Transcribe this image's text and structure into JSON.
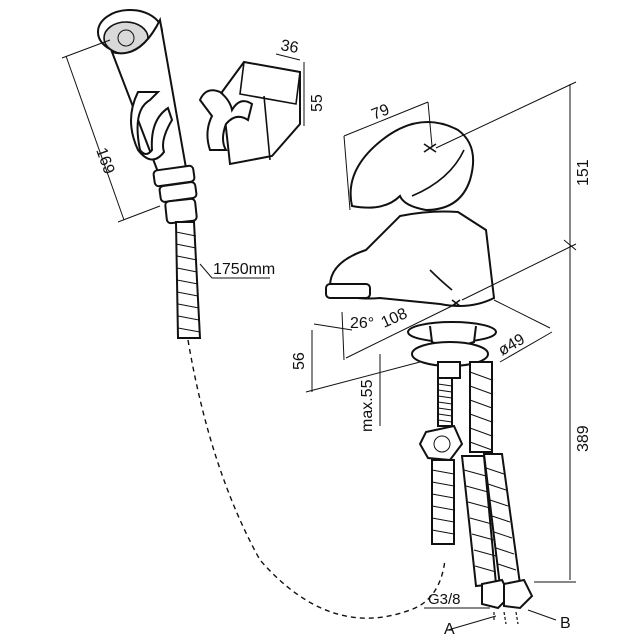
{
  "dimensions": {
    "handshower_length": "169",
    "holder_width": "36",
    "holder_height": "55",
    "lever_length": "79",
    "upper_height": "151",
    "hose_length": "1750mm",
    "spout_angle": "26°",
    "spout_reach": "108",
    "base_diameter": "ø49",
    "spout_height": "56",
    "deck_thickness": "max.55",
    "lower_height": "389",
    "thread": "G3/8",
    "connector_a": "A",
    "connector_b": "B"
  }
}
